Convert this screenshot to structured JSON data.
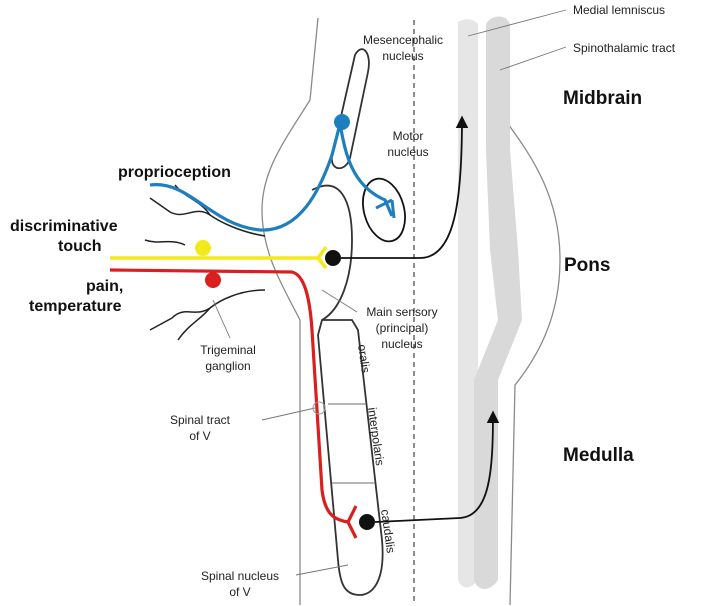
{
  "colors": {
    "proprioception": "#1e7fbf",
    "touch": "#f2ea1c",
    "pain": "#d8201f",
    "outline": "#8a8a8a",
    "pathway": "#111111",
    "lemniscus_band": "#e6e6e6"
  },
  "labels": {
    "medial_lemniscus": "Medial lemniscus",
    "spinothalamic": "Spinothalamic tract",
    "mesencephalic_1": "Mesencephalic",
    "mesencephalic_2": "nucleus",
    "motor_1": "Motor",
    "motor_2": "nucleus",
    "main_sensory_1": "Main sensory",
    "main_sensory_2": "(principal)",
    "main_sensory_3": "nucleus",
    "trigeminal_1": "Trigeminal",
    "trigeminal_2": "ganglion",
    "spinal_tract_1": "Spinal tract",
    "spinal_tract_2": "of V",
    "spinal_nucleus_1": "Spinal nucleus",
    "spinal_nucleus_2": "of V",
    "proprioception": "proprioception",
    "touch_1": "discriminative",
    "touch_2": "touch",
    "pain_1": "pain,",
    "pain_2": "temperature",
    "oralis": "oralis",
    "interpolaris": "interpolaris",
    "caudalis": "caudalis"
  },
  "regions": {
    "midbrain": "Midbrain",
    "pons": "Pons",
    "medulla": "Medulla"
  }
}
